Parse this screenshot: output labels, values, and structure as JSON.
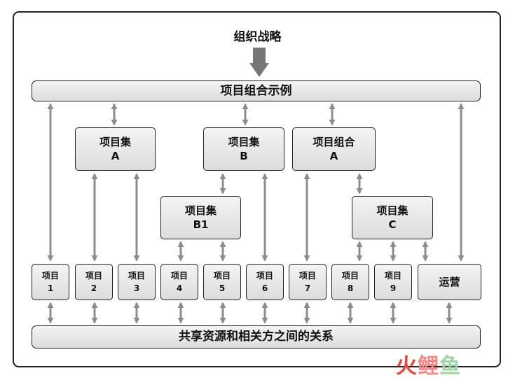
{
  "diagram": {
    "title": "组织战略",
    "top_bar": "项目组合示例",
    "bottom_bar": "共享资源和相关方之间的关系",
    "mid_nodes": {
      "set_a": {
        "line1": "项目集",
        "line2": "A"
      },
      "set_b": {
        "line1": "项目集",
        "line2": "B"
      },
      "portfolio_a": {
        "line1": "项目组合",
        "line2": "A"
      },
      "set_b1": {
        "line1": "项目集",
        "line2": "B1"
      },
      "set_c": {
        "line1": "项目集",
        "line2": "C"
      }
    },
    "projects": [
      {
        "line1": "项目",
        "line2": "1"
      },
      {
        "line1": "项目",
        "line2": "2"
      },
      {
        "line1": "项目",
        "line2": "3"
      },
      {
        "line1": "项目",
        "line2": "4"
      },
      {
        "line1": "项目",
        "line2": "5"
      },
      {
        "line1": "项目",
        "line2": "6"
      },
      {
        "line1": "项目",
        "line2": "7"
      },
      {
        "line1": "项目",
        "line2": "8"
      },
      {
        "line1": "项目",
        "line2": "9"
      }
    ],
    "operations": "运营"
  },
  "watermark": {
    "part1": "火",
    "part2": "鲤",
    "part3": "鱼"
  },
  "colors": {
    "arrow": "#8c8c8c",
    "border": "#222222",
    "box_top": "#f4f4f4",
    "box_bottom": "#dcdcdc"
  }
}
